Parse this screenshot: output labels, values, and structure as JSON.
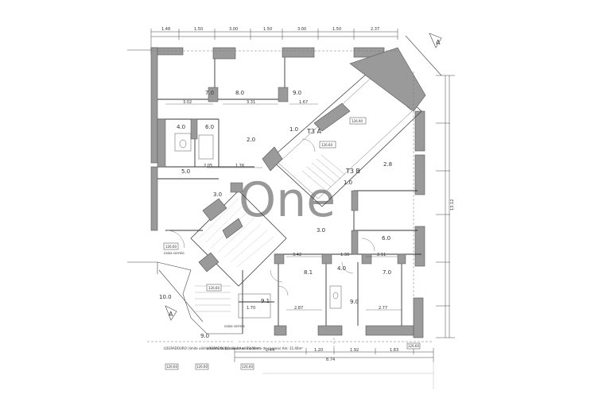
{
  "watermark": "One",
  "section_marker": "A",
  "unit_labels": {
    "t3a": "T3 A",
    "t3b": "T3 B"
  },
  "boxed_labels": [
    "126.90",
    "126.60",
    "126.60",
    "126.60",
    "126.60",
    "126.60",
    "126.60",
    "126.60"
  ],
  "top_dimensions": [
    "1.48",
    "1.50",
    "3.00",
    "1.50",
    "3.00",
    "1.50",
    "2.37"
  ],
  "bottom_dimensions": [
    "2.44",
    "1.20",
    "1.92",
    "1.83",
    "8.74"
  ],
  "right_dimension": "13.12",
  "room_labels": [
    "7.0",
    "8.0",
    "9.0",
    "4.0",
    "6.0",
    "2.0",
    "1.0",
    "5.0",
    "3.0",
    "2.8",
    "1.0",
    "3.0",
    "6.0",
    "8.1",
    "4.0",
    "9.0",
    "7.0",
    "9.1",
    "10.0",
    "9.0"
  ],
  "inner_dimensions": [
    "3.02",
    "3.31",
    "1.67",
    "1.76",
    "2.05",
    "3.42",
    "1.30",
    "2.11",
    "2.87",
    "2.77",
    "1.70"
  ],
  "legends": [
    "LOGRADOURO\n(limite alinhamento do passeio)\nAm: 13.00m²",
    "LOGRADOURO\n(limite alinhamento do passeio)\nAm: 31.40m²"
  ],
  "small_notes": [
    "caixa\ncorreio",
    "caixa\ncorreio"
  ]
}
